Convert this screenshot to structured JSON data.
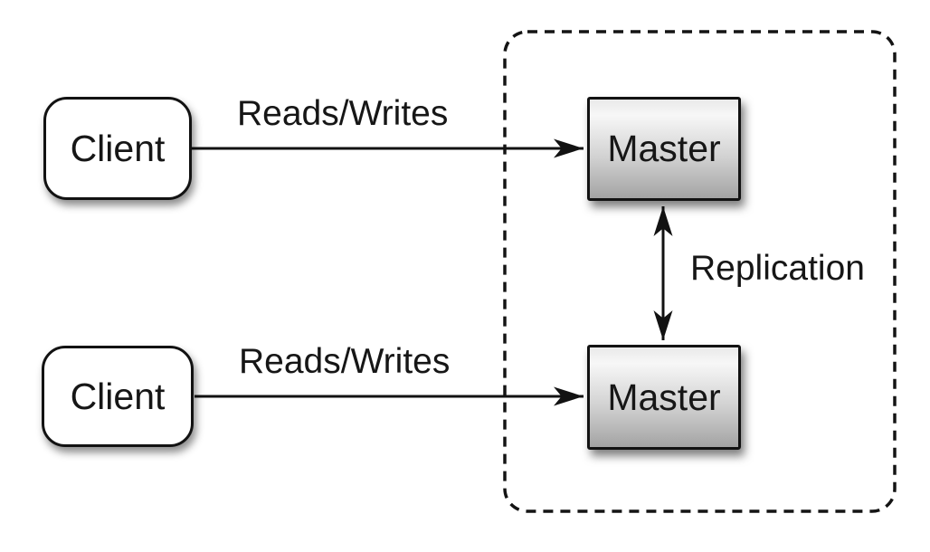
{
  "diagram": {
    "nodes": {
      "clients": [
        {
          "label": "Client"
        },
        {
          "label": "Client"
        }
      ],
      "masters": [
        {
          "label": "Master"
        },
        {
          "label": "Master"
        }
      ]
    },
    "edges": {
      "reads_writes_top": {
        "label": "Reads/Writes",
        "direction": "right"
      },
      "reads_writes_bottom": {
        "label": "Reads/Writes",
        "direction": "right"
      },
      "replication": {
        "label": "Replication",
        "direction": "both"
      }
    },
    "groups": {
      "replication_boundary": {
        "style": "dashed-rounded-rect"
      }
    },
    "colors": {
      "background": "#ffffff",
      "stroke": "#121212",
      "text": "#161616",
      "client_fill": "#ffffff",
      "master_gradient_top": "#e9e9e9",
      "master_gradient_highlight": "#f7f7f7",
      "master_gradient_bottom": "#a3a3a3"
    }
  }
}
